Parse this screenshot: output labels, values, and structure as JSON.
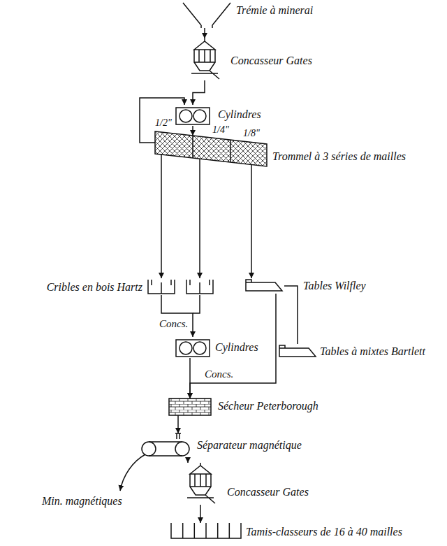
{
  "diagram": {
    "nodes": [
      {
        "text": [
          "Trémie à minerai"
        ]
      },
      {
        "text": [
          "Concasseur Gates"
        ]
      },
      {
        "text": [
          "Cylindres"
        ]
      },
      {
        "text": [
          "Trommel à 3 séries de mailles"
        ]
      },
      {
        "text": [
          "Cribles en bois Hartz"
        ]
      },
      {
        "text": [
          "Tables Wilfley"
        ]
      },
      {
        "text": [
          "Tables à mixtes Bartlett"
        ]
      },
      {
        "text": [
          "Cylindres"
        ]
      },
      {
        "text": [
          "Sécheur Peterborough"
        ]
      },
      {
        "text": [
          "Séparateur magnétique"
        ]
      },
      {
        "text": [
          "Concasseur Gates"
        ]
      },
      {
        "text": [
          "Tamis-classeurs de 16 à 40 mailles"
        ]
      }
    ],
    "edges": [
      {
        "from": 0,
        "to": 1,
        "arrow": "to"
      },
      {
        "from": 1,
        "to": 2,
        "arrow": "to"
      },
      {
        "from": 2,
        "to": 3,
        "arrow": "to"
      },
      {
        "from": 3,
        "to": 2,
        "arrow": "to"
      },
      {
        "from": 3,
        "to": 4,
        "arrow": "to"
      },
      {
        "from": 3,
        "to": 4,
        "arrow": "to"
      },
      {
        "from": 3,
        "to": 5,
        "arrow": "to"
      },
      {
        "from": 5,
        "to": 6,
        "arrow": "none"
      },
      {
        "from": 4,
        "to": 7,
        "label": "Concs.",
        "arrow": "to"
      },
      {
        "from": 7,
        "to": 8,
        "arrow": "to"
      },
      {
        "from": 5,
        "to": 8,
        "label": "Concs.",
        "arrow": "to"
      },
      {
        "from": 8,
        "to": 9,
        "arrow": "to"
      },
      {
        "from": 9,
        "to": 10,
        "arrow": "to"
      },
      {
        "from": 10,
        "to": 11,
        "arrow": "to"
      }
    ],
    "labels": [
      "1/2\"",
      "1/4\"",
      "1/8\"",
      "Min. magnétiques"
    ]
  }
}
